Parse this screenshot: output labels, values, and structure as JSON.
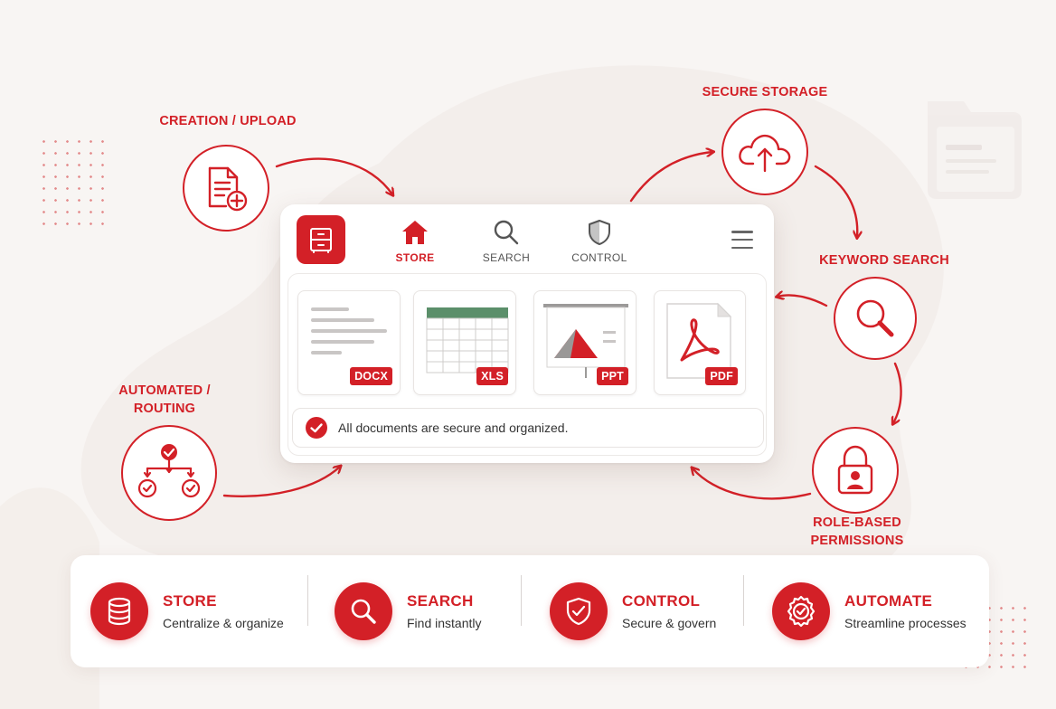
{
  "steps": {
    "creation_upload": "CREATION / UPLOAD",
    "secure_storage": "SECURE STORAGE",
    "keyword_search": "KEYWORD SEARCH",
    "role_based_line1": "ROLE-BASED",
    "role_based_line2": "PERMISSIONS",
    "automated_line1": "AUTOMATED /",
    "automated_line2": "ROUTING"
  },
  "app": {
    "nav": [
      {
        "label": "STORE",
        "icon": "home-icon",
        "active": true
      },
      {
        "label": "SEARCH",
        "icon": "search-icon",
        "active": false
      },
      {
        "label": "CONTROL",
        "icon": "shield-icon",
        "active": false
      }
    ],
    "documents": [
      {
        "badge": "DOCX",
        "icon": "text-document-icon"
      },
      {
        "badge": "XLS",
        "icon": "spreadsheet-icon"
      },
      {
        "badge": "PPT",
        "icon": "presentation-icon"
      },
      {
        "badge": "PDF",
        "icon": "pdf-icon"
      }
    ],
    "status_text": "All documents are secure and organized."
  },
  "features": [
    {
      "title": "STORE",
      "subtitle": "Centralize & organize",
      "icon": "database-icon"
    },
    {
      "title": "SEARCH",
      "subtitle": "Find instantly",
      "icon": "search-icon"
    },
    {
      "title": "CONTROL",
      "subtitle": "Secure & govern",
      "icon": "shield-check-icon"
    },
    {
      "title": "AUTOMATE",
      "subtitle": "Streamline processes",
      "icon": "gear-check-icon"
    }
  ],
  "colors": {
    "accent": "#d32027",
    "background": "#f8f5f3",
    "sheet_header": "#5b8f6a"
  }
}
